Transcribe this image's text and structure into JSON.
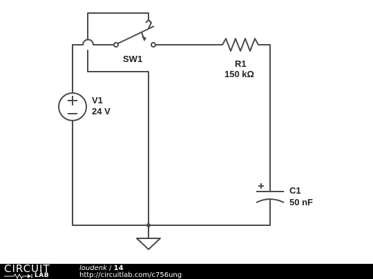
{
  "components": {
    "sw1": {
      "ref": "SW1"
    },
    "r1": {
      "ref": "R1",
      "value": "150 kΩ"
    },
    "v1": {
      "ref": "V1",
      "value": "24 V"
    },
    "c1": {
      "ref": "C1",
      "value": "50 nF"
    }
  },
  "footer": {
    "logo_top": "CIRCUIT",
    "logo_bottom": "LAB",
    "author": "loudenk",
    "separator": " / ",
    "number": "14",
    "url": "http://circuitlab.com/c756ung"
  },
  "colors": {
    "wire": "#4a4a4a",
    "footer_bg": "#000000"
  }
}
